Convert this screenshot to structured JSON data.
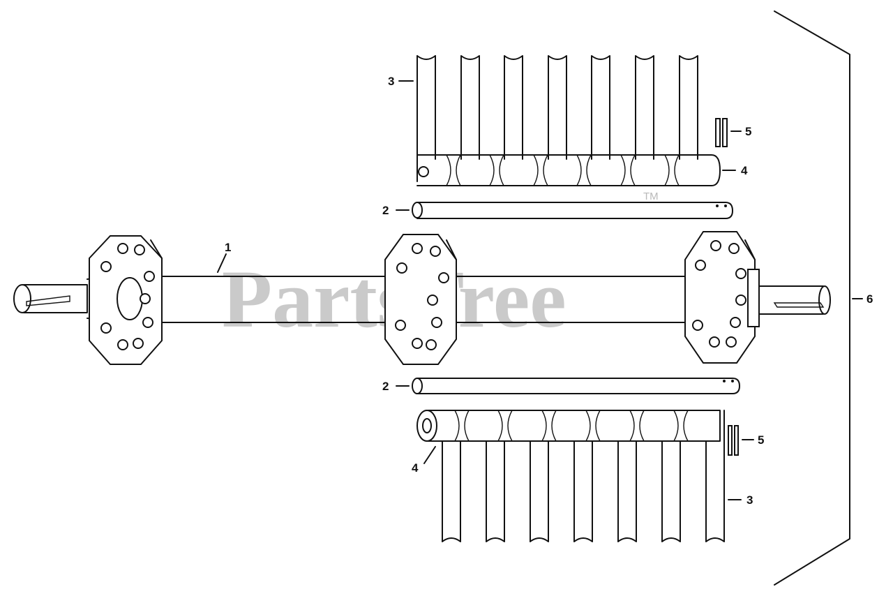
{
  "watermark": {
    "text": "PartsTree",
    "trademark": "TM"
  },
  "callouts": {
    "shaft": "1",
    "rod_top": "2",
    "rod_bottom": "2",
    "tines_top": "3",
    "tines_bottom": "3",
    "spacer_top": "4",
    "spacer_bottom": "4",
    "pin_top": "5",
    "pin_bottom": "5",
    "assembly": "6"
  },
  "colors": {
    "line": "#111111",
    "watermark": "#b9b9b9",
    "background": "#ffffff"
  }
}
